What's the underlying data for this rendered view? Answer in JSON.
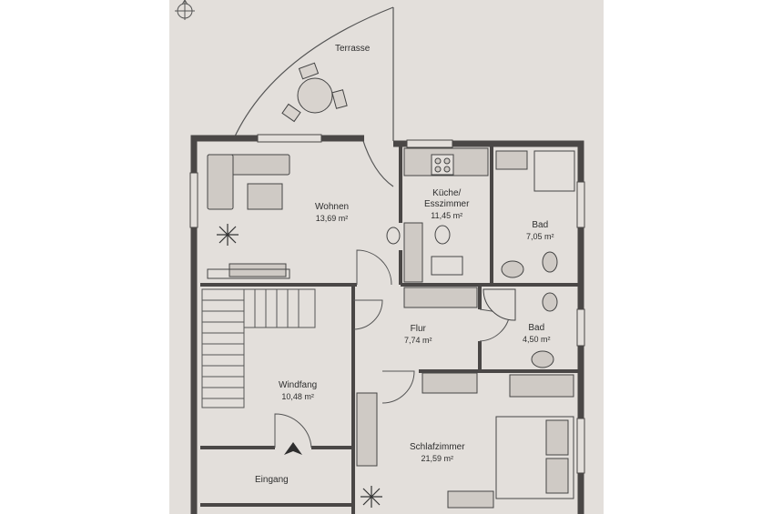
{
  "rooms": {
    "terrasse": {
      "name": "Terrasse"
    },
    "wohnen": {
      "name": "Wohnen",
      "area": "13,69 m²"
    },
    "kueche": {
      "name": "Küche/",
      "name2": "Esszimmer",
      "area": "11,45 m²"
    },
    "bad1": {
      "name": "Bad",
      "area": "7,05 m²"
    },
    "flur": {
      "name": "Flur",
      "area": "7,74 m²"
    },
    "bad2": {
      "name": "Bad",
      "area": "4,50 m²"
    },
    "windfang": {
      "name": "Windfang",
      "area": "10,48 m²"
    },
    "schlafzimmer": {
      "name": "Schlafzimmer",
      "area": "21,59 m²"
    },
    "eingang": {
      "name": "Eingang"
    }
  },
  "colors": {
    "paper": "#e3dfdb",
    "wall": "#4a4746",
    "line": "#555555",
    "furniture_fill": "#cfcac5"
  },
  "icons": [
    "compass-icon",
    "plant-icon",
    "entrance-arrow-icon"
  ]
}
